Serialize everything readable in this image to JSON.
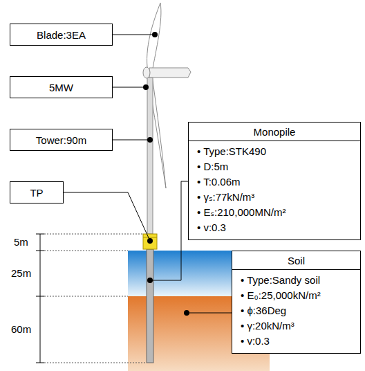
{
  "diagram": {
    "nodes": [
      {
        "text": [
          "Blade:3EA"
        ]
      },
      {
        "text": [
          "5MW"
        ]
      },
      {
        "text": [
          "Tower:90m"
        ]
      },
      {
        "text": [
          "TP"
        ]
      },
      {
        "text": [
          "Monopile",
          "• Type:STK490",
          "• D:5m",
          "• T:0.06m",
          "• γₛ:77kN/m³",
          "• Eₛ:210,000MN/m²",
          "• v:0.3"
        ]
      },
      {
        "text": [
          "Soil",
          "• Type:Sandy soil",
          "• E₀:25,000kN/m²",
          "• ϕ:36Deg",
          "• γ:20kN/m³",
          "• v:0.3"
        ]
      }
    ],
    "labels": [
      "5m",
      "25m",
      "60m"
    ]
  }
}
